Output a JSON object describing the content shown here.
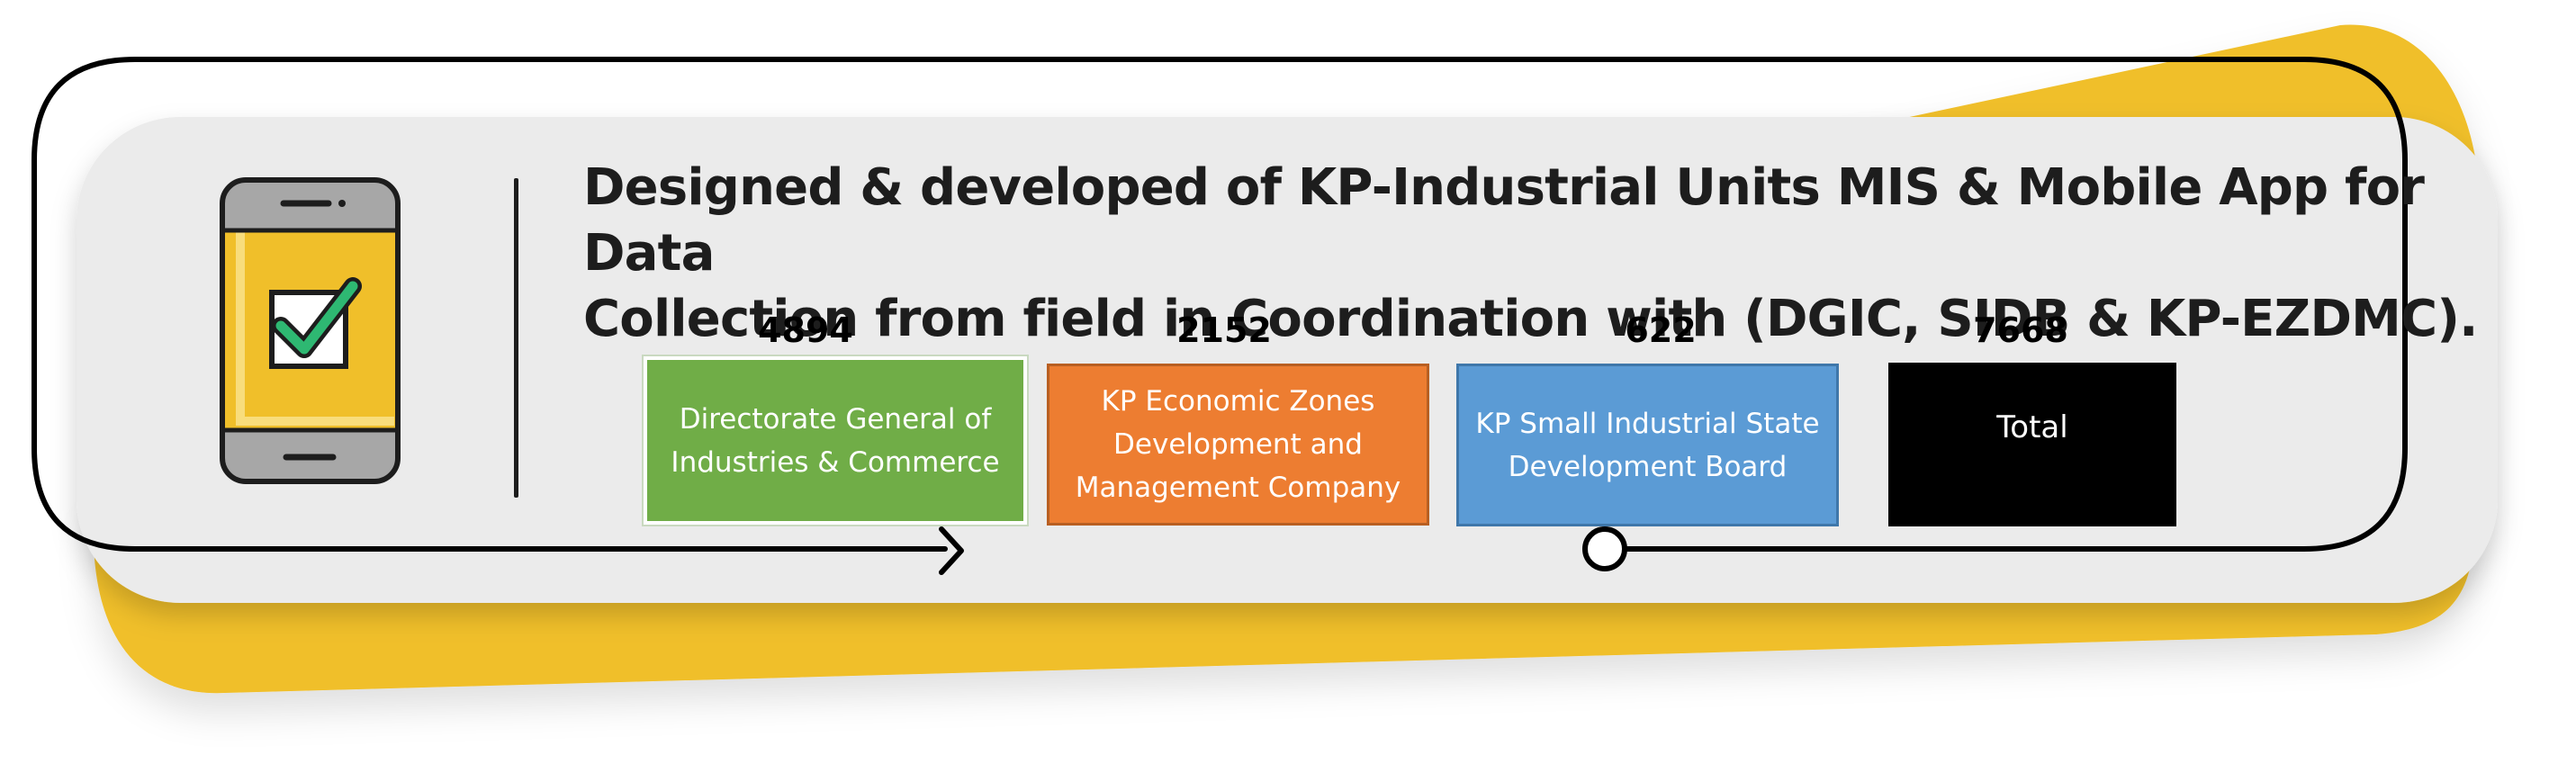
{
  "headline": {
    "line1": "Designed & developed of KP-Industrial Units MIS & Mobile App for Data",
    "line2": "Collection from field in Coordination with (DGIC, SIDB & KP-EZDMC)."
  },
  "entities": [
    {
      "count": "4894",
      "name_line1": "Directorate General of",
      "name_line2": "Industries & Commerce",
      "name_line3": "",
      "color": "#70ad47"
    },
    {
      "count": "2152",
      "name_line1": "KP Economic Zones",
      "name_line2": "Development and",
      "name_line3": "Management Company",
      "color": "#ed7d31"
    },
    {
      "count": "622",
      "name_line1": "KP Small Industrial State",
      "name_line2": "Development Board",
      "name_line3": "",
      "color": "#5b9bd5"
    },
    {
      "count": "7668",
      "name_line1": "Total",
      "name_line2": "",
      "name_line3": "",
      "color": "#000000"
    }
  ],
  "theme": {
    "accent_yellow": "#f0bf2a",
    "panel_gray": "#ebebeb",
    "outline": "#000000"
  },
  "icon": {
    "name": "mobile-checklist-icon"
  }
}
